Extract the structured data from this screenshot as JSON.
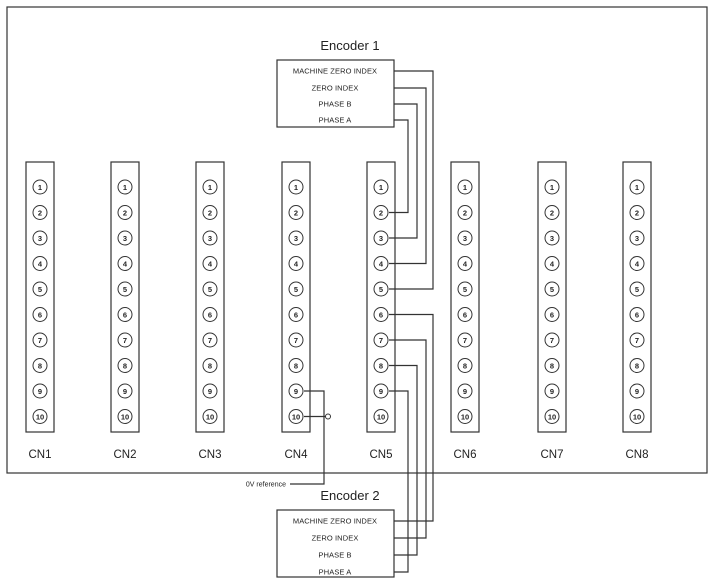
{
  "encoder1": {
    "title": "Encoder 1",
    "signals": [
      "MACHINE ZERO INDEX",
      "ZERO INDEX",
      "PHASE B",
      "PHASE A"
    ]
  },
  "encoder2": {
    "title": "Encoder 2",
    "signals": [
      "MACHINE ZERO INDEX",
      "ZERO INDEX",
      "PHASE B",
      "PHASE A"
    ]
  },
  "connectors": [
    {
      "label": "CN1",
      "pins": [
        "1",
        "2",
        "3",
        "4",
        "5",
        "6",
        "7",
        "8",
        "9",
        "10"
      ]
    },
    {
      "label": "CN2",
      "pins": [
        "1",
        "2",
        "3",
        "4",
        "5",
        "6",
        "7",
        "8",
        "9",
        "10"
      ]
    },
    {
      "label": "CN3",
      "pins": [
        "1",
        "2",
        "3",
        "4",
        "5",
        "6",
        "7",
        "8",
        "9",
        "10"
      ]
    },
    {
      "label": "CN4",
      "pins": [
        "1",
        "2",
        "3",
        "4",
        "5",
        "6",
        "7",
        "8",
        "9",
        "10"
      ]
    },
    {
      "label": "CN5",
      "pins": [
        "1",
        "2",
        "3",
        "4",
        "5",
        "6",
        "7",
        "8",
        "9",
        "10"
      ]
    },
    {
      "label": "CN6",
      "pins": [
        "1",
        "2",
        "3",
        "4",
        "5",
        "6",
        "7",
        "8",
        "9",
        "10"
      ]
    },
    {
      "label": "CN7",
      "pins": [
        "1",
        "2",
        "3",
        "4",
        "5",
        "6",
        "7",
        "8",
        "9",
        "10"
      ]
    },
    {
      "label": "CN8",
      "pins": [
        "1",
        "2",
        "3",
        "4",
        "5",
        "6",
        "7",
        "8",
        "9",
        "10"
      ]
    }
  ],
  "reference_label": "0V reference",
  "colors": {
    "line": "#333333",
    "text": "#222222",
    "background": "#ffffff"
  }
}
